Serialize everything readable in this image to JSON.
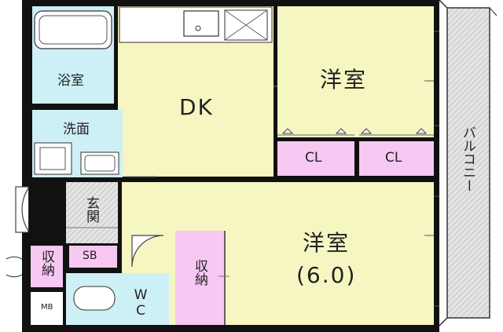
{
  "rooms": {
    "western_room_1": "洋室",
    "dk": "DK",
    "western_room_2": "洋室",
    "western_room_2_size": "(6.0)",
    "bathroom": "浴室",
    "washroom": "洗面",
    "closet_1": "CL",
    "closet_2": "CL",
    "entrance": "玄関",
    "shoe_box": "SB",
    "storage_1": "収納",
    "storage_2": "収納",
    "toilet": "WC",
    "meter_box": "MB",
    "balcony": "バルコニー"
  },
  "colors": {
    "room_fill": "#f6f6c2",
    "bath_fill": "#cdf0f6",
    "closet_fill": "#f6c8f2",
    "balcony_fill": "#dcdcdc",
    "wall": "#111111"
  }
}
